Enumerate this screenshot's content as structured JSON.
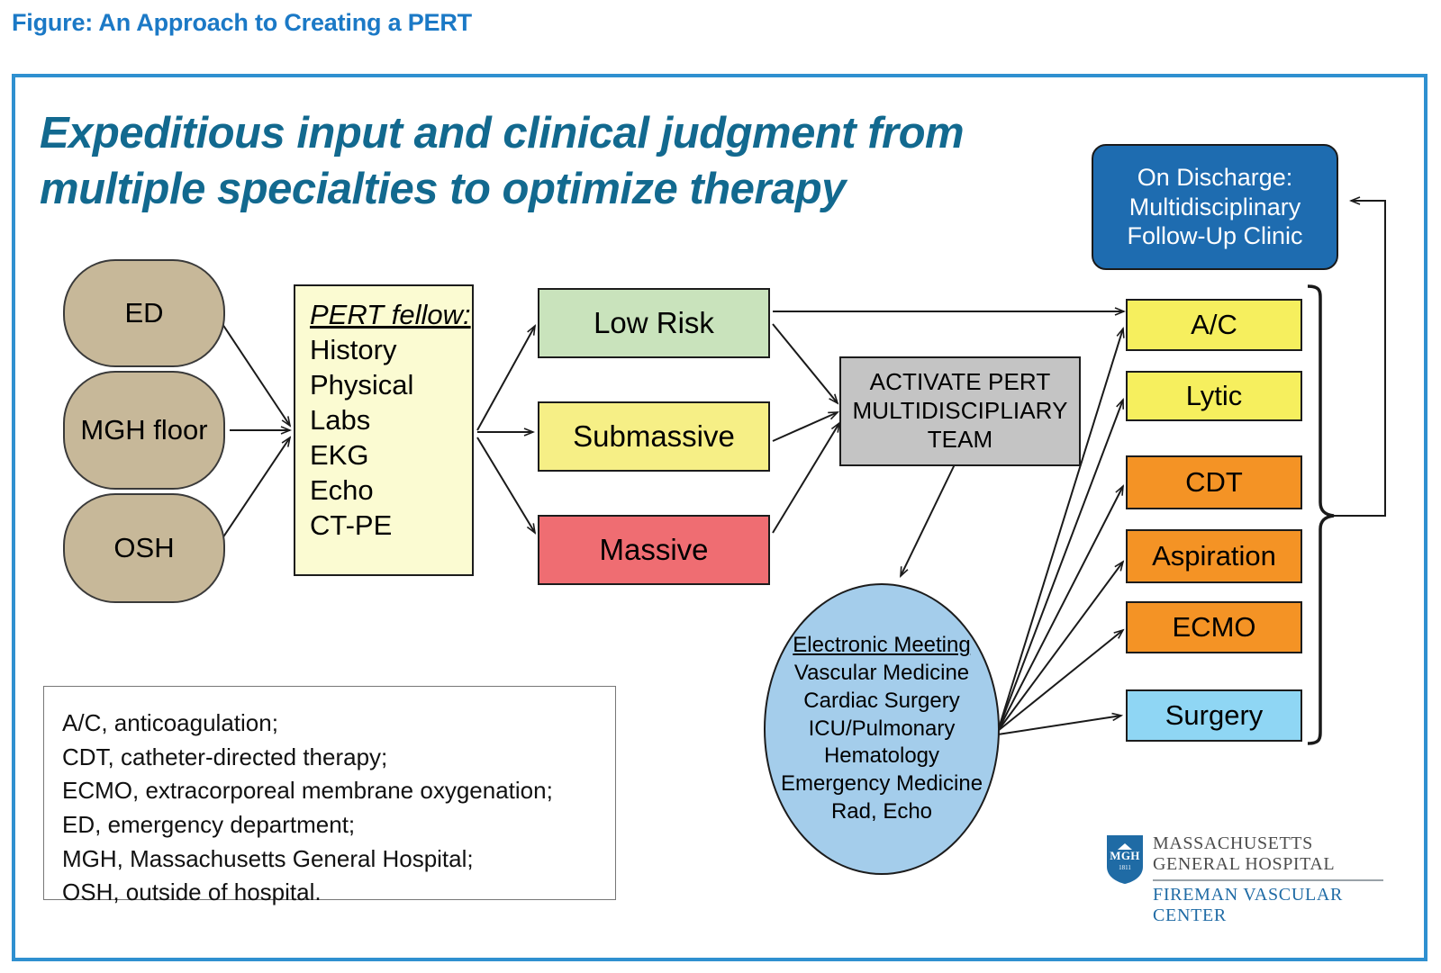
{
  "figure": {
    "caption": "Figure: An Approach to Creating a PERT",
    "headline": "Expeditious input and clinical judgment from multiple specialties to optimize therapy",
    "caption_color": "#1b79c6",
    "headline_color": "#12698f",
    "frame_color": "#2f90d0"
  },
  "sources": [
    {
      "label": "ED",
      "color": "#c7b899"
    },
    {
      "label": "MGH floor",
      "color": "#c7b899"
    },
    {
      "label": "OSH",
      "color": "#c7b899"
    }
  ],
  "pert_fellow": {
    "header": "PERT fellow:",
    "items": [
      "History",
      "Physical",
      "Labs",
      "EKG",
      "Echo",
      "CT-PE"
    ],
    "color": "#fbfbd2"
  },
  "risk_categories": [
    {
      "label": "Low Risk",
      "color": "#c9e3bc"
    },
    {
      "label": "Submassive",
      "color": "#f6ef86"
    },
    {
      "label": "Massive",
      "color": "#ef6d72"
    }
  ],
  "activate": {
    "line1": "ACTIVATE PERT",
    "line2": "MULTIDISCIPLIARY",
    "line3": "TEAM",
    "color": "#c4c4c4"
  },
  "electronic_meeting": {
    "header": "Electronic Meeting",
    "members": [
      "Vascular Medicine",
      "Cardiac Surgery",
      "ICU/Pulmonary",
      "Hematology",
      "Emergency Medicine",
      "Rad, Echo"
    ],
    "color": "#a4cdeb"
  },
  "discharge": {
    "line1": "On Discharge:",
    "line2": "Multidisciplinary",
    "line3": "Follow-Up Clinic",
    "color": "#1e6cb0"
  },
  "treatments": [
    {
      "label": "A/C",
      "color": "#f6ef5e"
    },
    {
      "label": "Lytic",
      "color": "#f6ef5e"
    },
    {
      "label": "CDT",
      "color": "#f49325"
    },
    {
      "label": "Aspiration",
      "color": "#f49325"
    },
    {
      "label": "ECMO",
      "color": "#f49325"
    },
    {
      "label": "Surgery",
      "color": "#8fd6f4"
    }
  ],
  "abbreviations": [
    "A/C, anticoagulation;",
    "CDT, catheter-directed therapy;",
    "ECMO, extracorporeal membrane oxygenation;",
    "ED, emergency department;",
    "MGH, Massachusetts General Hospital;",
    "OSH, outside of hospital."
  ],
  "logo": {
    "shield_text": "MGH",
    "shield_year": "1811",
    "line1": "MASSACHUSETTS",
    "line2": "GENERAL HOSPITAL",
    "line3": "FIREMAN VASCULAR CENTER"
  }
}
